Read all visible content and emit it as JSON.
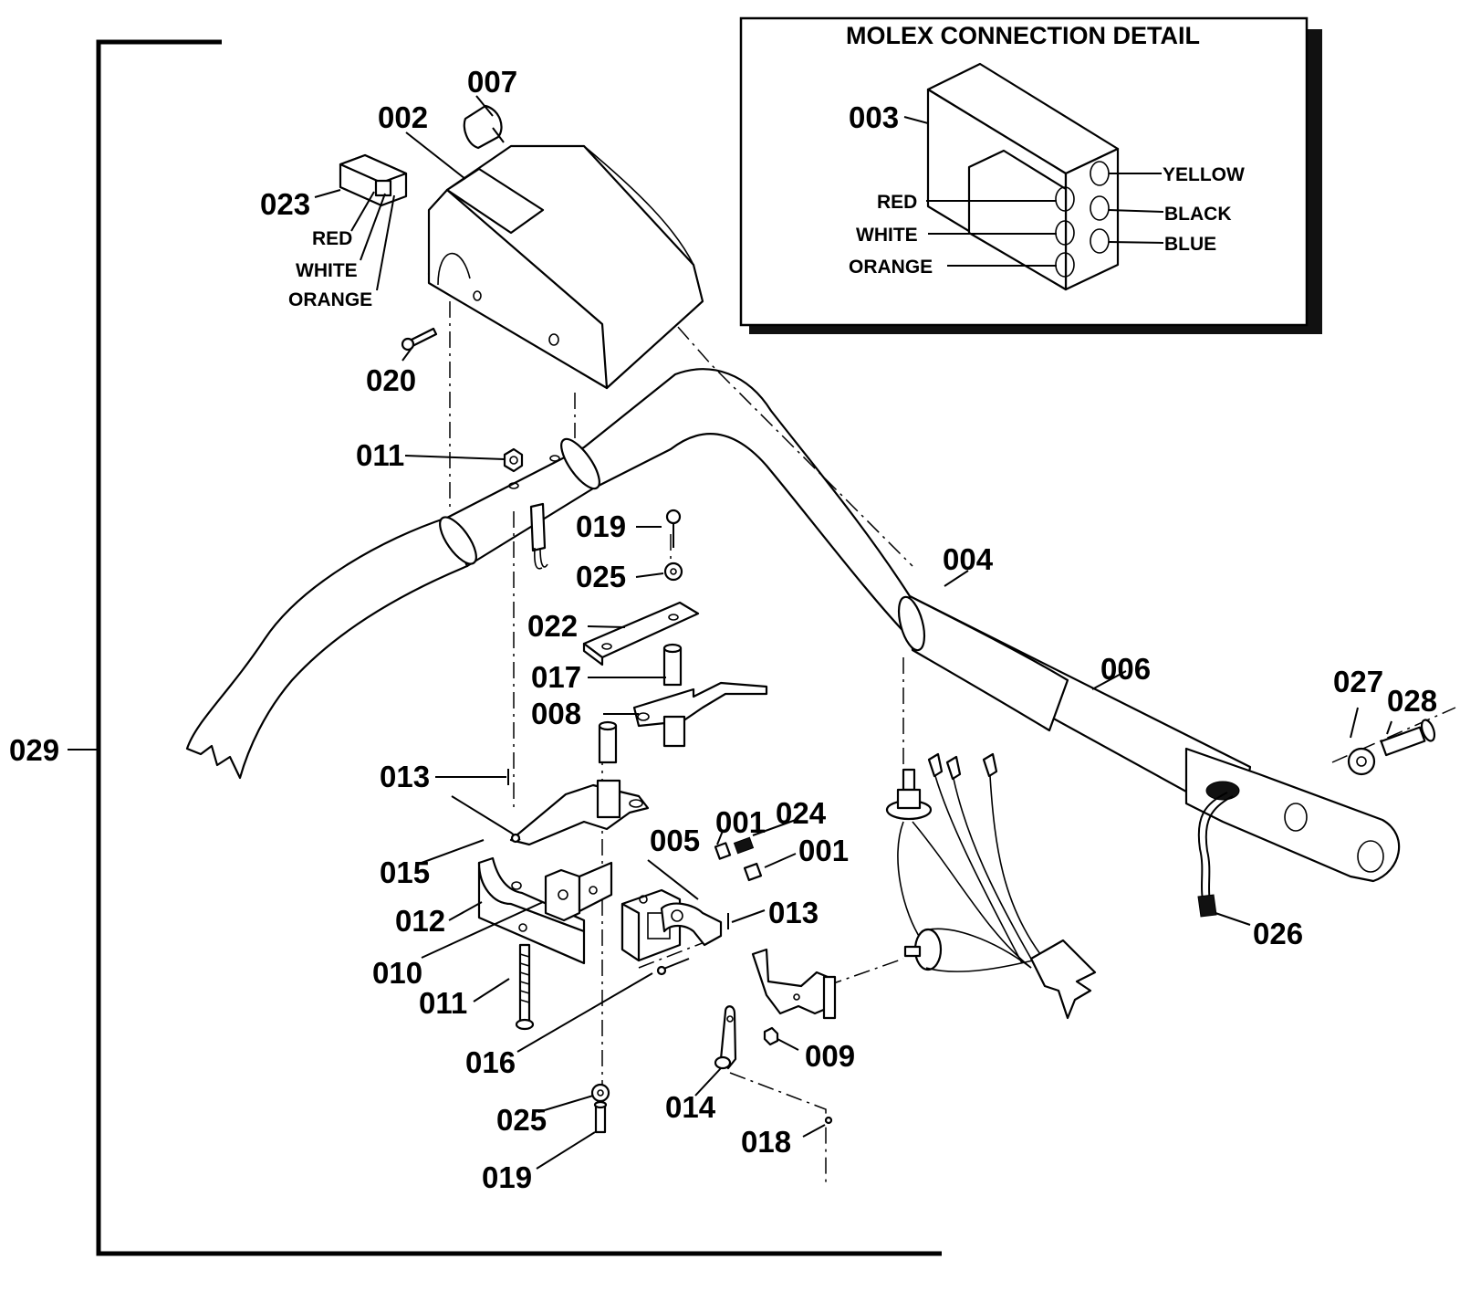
{
  "inset": {
    "title": "MOLEX CONNECTION DETAIL",
    "part": "003",
    "wires_left": [
      "RED",
      "WHITE",
      "ORANGE"
    ],
    "wires_right": [
      "YELLOW",
      "BLACK",
      "BLUE"
    ]
  },
  "assembly_label": "029",
  "plug_wires": [
    "RED",
    "WHITE",
    "ORANGE"
  ],
  "callouts": {
    "c002": "002",
    "c007": "007",
    "c023": "023",
    "c020": "020",
    "c011a": "011",
    "c019a": "019",
    "c025a": "025",
    "c022": "022",
    "c017": "017",
    "c008": "008",
    "c013a": "013",
    "c015": "015",
    "c012": "012",
    "c010": "010",
    "c011b": "011",
    "c016": "016",
    "c001a": "001",
    "c024": "024",
    "c001b": "001",
    "c005": "005",
    "c013b": "013",
    "c009": "009",
    "c014": "014",
    "c018": "018",
    "c025b": "025",
    "c019b": "019",
    "c004": "004",
    "c006": "006",
    "c027": "027",
    "c028": "028",
    "c026": "026"
  }
}
